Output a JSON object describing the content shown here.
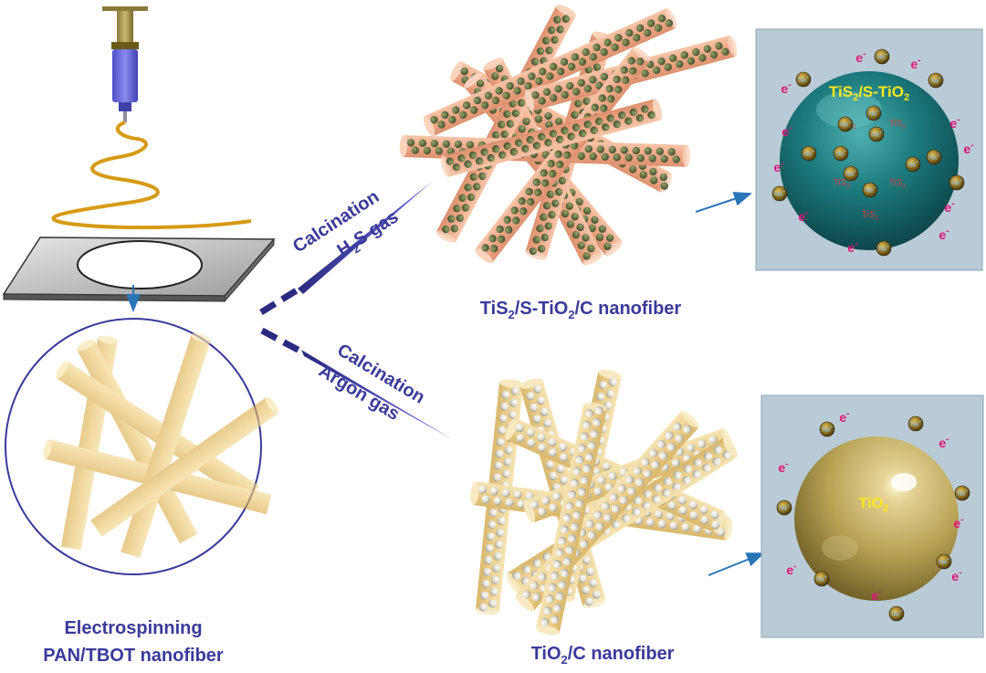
{
  "steps": {
    "electrospinning": {
      "line1": "Electrospinning",
      "line2": "PAN/TBOT nanofiber"
    },
    "h2s_route": {
      "line1": "Calcination",
      "gas_prefix": "H",
      "gas_sub": "2",
      "gas_suffix": "S gas"
    },
    "argon_route": {
      "line1": "Calcination",
      "line2": "Argon gas"
    }
  },
  "products": {
    "tis2": {
      "p1": "TiS",
      "s1": "2",
      "p2": "/S-TiO",
      "s2": "2",
      "p3": "/C nanofiber"
    },
    "tio2": {
      "p1": "TiO",
      "s1": "2",
      "p2": "/C nanofiber"
    }
  },
  "insets": {
    "tis2_sphere": {
      "title_p1": "TiS",
      "title_s1": "2",
      "title_p2": "/S-TiO",
      "title_s2": "2",
      "inner_prefix": "TiS",
      "inner_sub": "2",
      "ion": "Na",
      "ion_sup": "+",
      "electron": "e",
      "electron_sup": "-"
    },
    "tio2_sphere": {
      "label_p1": "TiO",
      "label_s1": "2",
      "ion": "Na",
      "ion_sup": "+",
      "electron": "e",
      "electron_sup": "-"
    }
  },
  "colors": {
    "label_blue": "#3a3a9a",
    "arrow_blue": "#2a74b8",
    "electron_magenta": "#e0147a",
    "highlight_yellow": "#ffe81a",
    "inner_red": "#e03a3a",
    "pan_fiber": "#e8c060",
    "tis2_fiber": "#f0a07a",
    "tio2_fiber": "#ecc878"
  }
}
